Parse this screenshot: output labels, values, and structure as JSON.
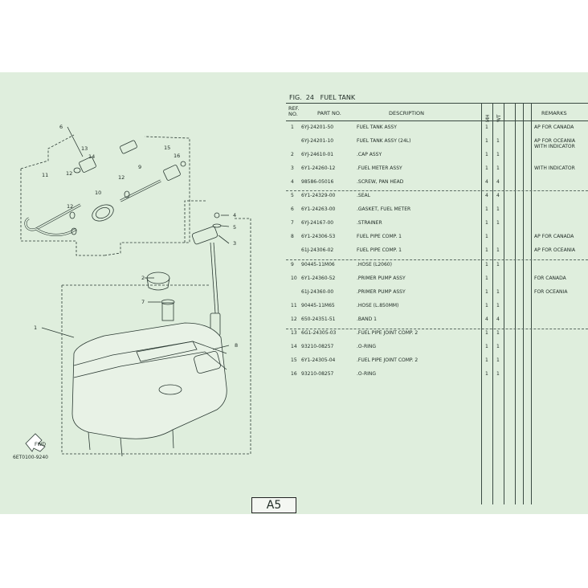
{
  "figure": {
    "title": "FIG.  24   FUEL TANK"
  },
  "diagram": {
    "callouts": [
      "6",
      "13",
      "14",
      "15",
      "16",
      "11",
      "12",
      "9",
      "12",
      "10",
      "12",
      "4",
      "5",
      "3",
      "2",
      "7",
      "1",
      "8"
    ],
    "code": "6ET0100-9240",
    "fwd_label": "FWD"
  },
  "table": {
    "headers": {
      "ref": "REF.\nNO.",
      "part": "PART NO.",
      "desc": "DESCRIPTION",
      "mh": "MH",
      "wt": "WT",
      "remarks": "REMARKS"
    },
    "rows": [
      {
        "ref": "1",
        "part": "6YJ-24201-50",
        "desc": "FUEL TANK ASSY",
        "mh": "1",
        "wt": "",
        "remarks": "AP FOR CANADA"
      },
      {
        "ref": "",
        "part": "6YJ-24201-10",
        "desc": "FUEL TANK ASSY (24L)",
        "mh": "1",
        "wt": "1",
        "remarks": "AP FOR OCEANIA\nWITH INDICATOR"
      },
      {
        "ref": "2",
        "part": "6YJ-24610-01",
        "desc": ".CAP ASSY",
        "mh": "1",
        "wt": "1",
        "remarks": ""
      },
      {
        "ref": "3",
        "part": "6Y1-24260-12",
        "desc": ".FUEL METER ASSY",
        "mh": "1",
        "wt": "1",
        "remarks": "WITH INDICATOR"
      },
      {
        "ref": "4",
        "part": "98586-05016",
        "desc": ".SCREW, PAN HEAD",
        "mh": "4",
        "wt": "4",
        "remarks": ""
      },
      {
        "ref": "5",
        "part": "6Y1-24329-00",
        "desc": ".SEAL",
        "mh": "4",
        "wt": "4",
        "remarks": ""
      },
      {
        "ref": "6",
        "part": "6Y1-24263-00",
        "desc": ".GASKET, FUEL METER",
        "mh": "1",
        "wt": "1",
        "remarks": ""
      },
      {
        "ref": "7",
        "part": "6YJ-24167-00",
        "desc": ".STRAINER",
        "mh": "1",
        "wt": "1",
        "remarks": ""
      },
      {
        "ref": "8",
        "part": "6Y1-24306-53",
        "desc": "FUEL PIPE COMP. 1",
        "mh": "1",
        "wt": "",
        "remarks": "AP FOR CANADA"
      },
      {
        "ref": "",
        "part": "61J-24306-02",
        "desc": "FUEL PIPE COMP. 1",
        "mh": "1",
        "wt": "1",
        "remarks": "AP FOR OCEANIA"
      },
      {
        "ref": "9",
        "part": "90445-11M06",
        "desc": ".HOSE (L2060)",
        "mh": "1",
        "wt": "1",
        "remarks": ""
      },
      {
        "ref": "10",
        "part": "6Y1-24360-52",
        "desc": ".PRIMER PUMP ASSY",
        "mh": "1",
        "wt": "",
        "remarks": "FOR CANADA"
      },
      {
        "ref": "",
        "part": "61J-24360-00",
        "desc": ".PRIMER PUMP ASSY",
        "mh": "1",
        "wt": "1",
        "remarks": "FOR OCEANIA"
      },
      {
        "ref": "11",
        "part": "90445-11M65",
        "desc": ".HOSE (L.850MM)",
        "mh": "1",
        "wt": "1",
        "remarks": ""
      },
      {
        "ref": "12",
        "part": "650-24351-51",
        "desc": ".BAND 1",
        "mh": "4",
        "wt": "4",
        "remarks": ""
      },
      {
        "ref": "13",
        "part": "6G1-24305-03",
        "desc": ".FUEL PIPE JOINT COMP. 2",
        "mh": "1",
        "wt": "1",
        "remarks": ""
      },
      {
        "ref": "14",
        "part": "93210-08257",
        "desc": ".O-RING",
        "mh": "1",
        "wt": "1",
        "remarks": ""
      },
      {
        "ref": "15",
        "part": "6Y1-24305-04",
        "desc": ".FUEL PIPE JOINT COMP. 2",
        "mh": "1",
        "wt": "1",
        "remarks": ""
      },
      {
        "ref": "16",
        "part": "93210-08257",
        "desc": ".O-RING",
        "mh": "1",
        "wt": "1",
        "remarks": ""
      }
    ]
  },
  "page_label": "A5"
}
